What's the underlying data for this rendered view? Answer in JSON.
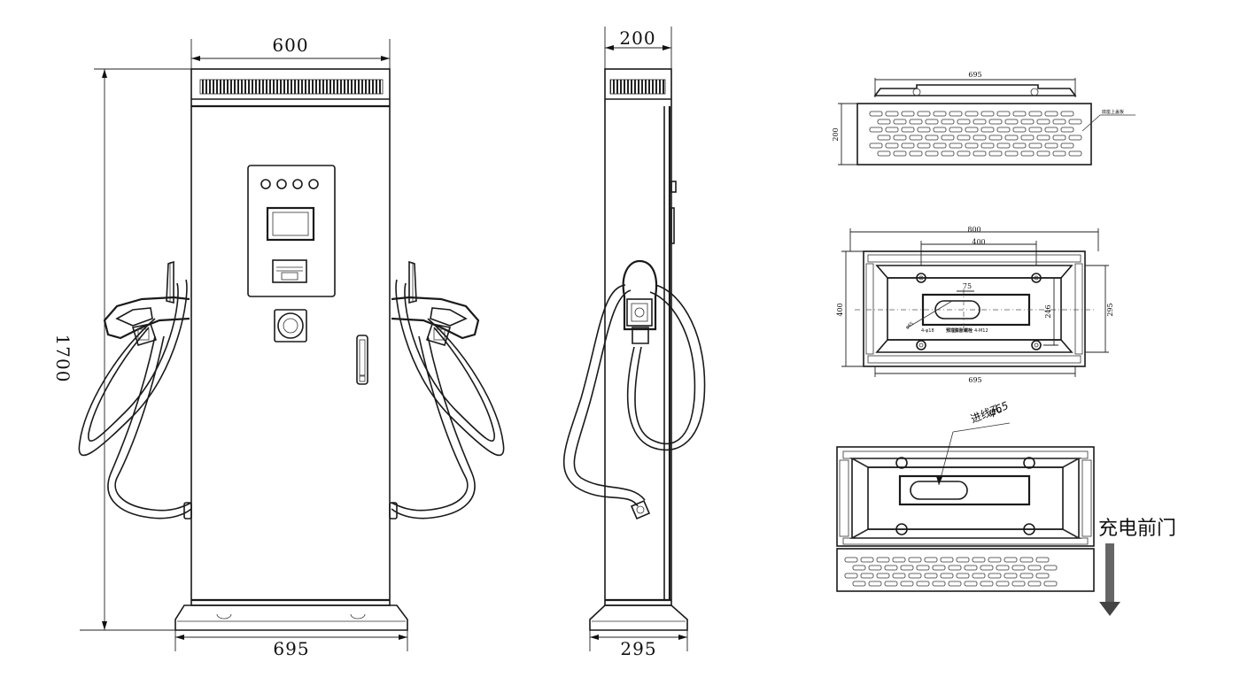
{
  "front_view": {
    "width_top": "600",
    "width_base": "695",
    "height": "1700"
  },
  "side_view": {
    "width_top": "200",
    "width_base": "295"
  },
  "plan_top": {
    "width": "695",
    "depth": "200",
    "note": "底座上盖板"
  },
  "plan_foundation": {
    "outer_width": "800",
    "bolt_spacing_x": "400",
    "slot_width": "75",
    "inner_width": "695",
    "outer_depth": "400",
    "bolt_spacing_y": "246",
    "inner_depth": "295",
    "hole_diameter": "φ65",
    "bolt_note_prefix": "4-φ18",
    "bolt_note_main": "预埋膨胀螺栓",
    "bolt_note_suffix": "4-M12"
  },
  "plan_base": {
    "cable_inlet_label": "进线孔",
    "cable_inlet_diameter": "φ65",
    "front_door_label": "充电前门"
  }
}
